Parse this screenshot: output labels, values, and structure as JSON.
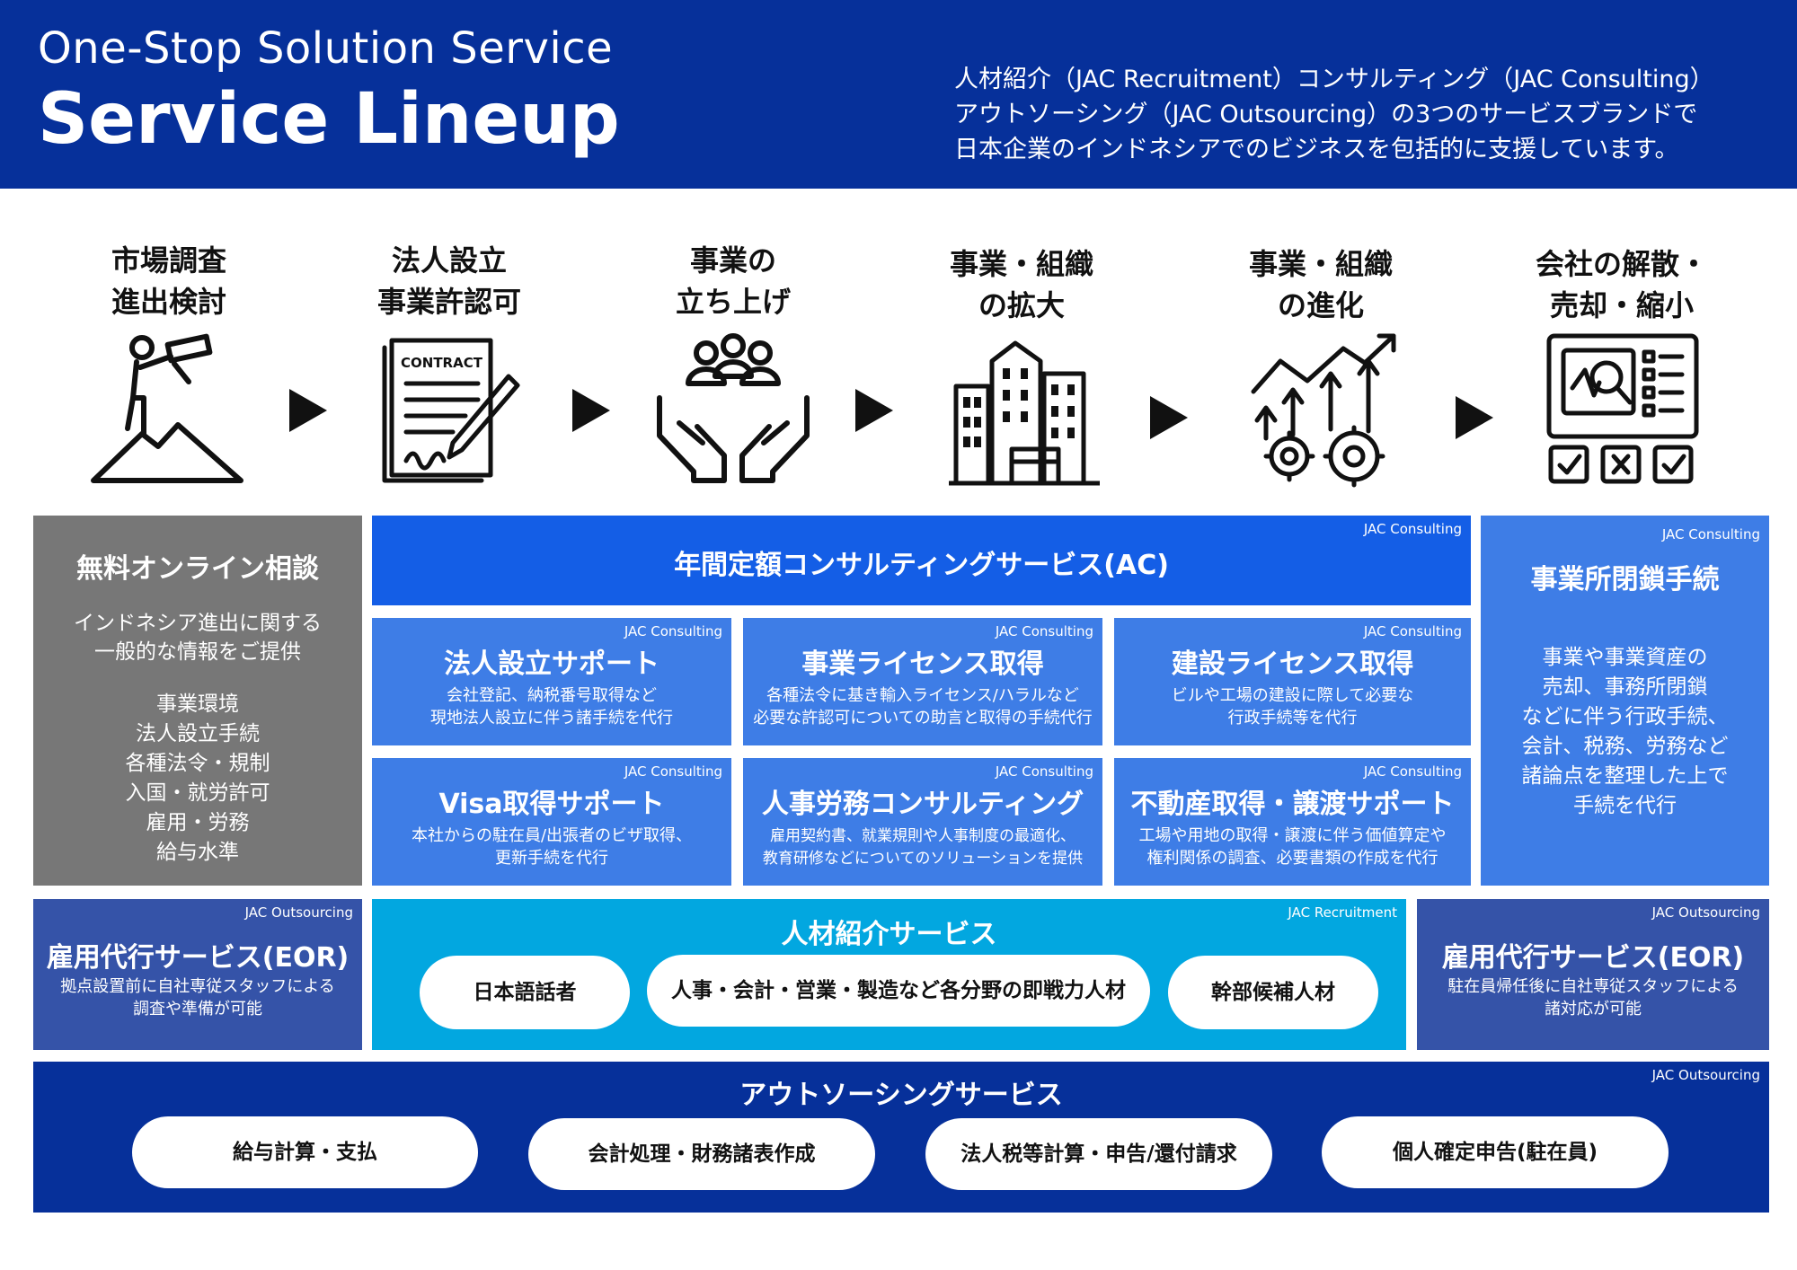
{
  "header": {
    "subtitle": "One-Stop Solution Service",
    "title": "Service Lineup",
    "description": [
      "人材紹介（JAC Recruitment）コンサルティング（JAC Consulting）",
      "アウトソーシング（JAC Outsourcing）の3つのサービスブランドで",
      "日本企業のインドネシアでのビジネスを包括的に支援しています。"
    ]
  },
  "stages": [
    {
      "line1": "市場調査",
      "line2": "進出検討",
      "icon": "explorer-telescope-icon"
    },
    {
      "line1": "法人設立",
      "line2": "事業許認可",
      "icon": "contract-icon",
      "icon_text": "CONTRACT"
    },
    {
      "line1": "事業の",
      "line2": "立ち上げ",
      "icon": "team-hands-icon"
    },
    {
      "line1": "事業・組織",
      "line2": "の拡大",
      "icon": "buildings-icon"
    },
    {
      "line1": "事業・組織",
      "line2": "の進化",
      "icon": "growth-gears-icon"
    },
    {
      "line1": "会社の解散・",
      "line2": "売却・縮小",
      "icon": "checklist-board-icon"
    }
  ],
  "consult_free": {
    "title": "無料オンライン相談",
    "desc": [
      "インドネシア進出に関する",
      "一般的な情報をご提供"
    ],
    "topics": [
      "事業環境",
      "法人設立手続",
      "各種法令・規制",
      "入国・就労許可",
      "雇用・労務",
      "給与水準"
    ]
  },
  "annual": {
    "tag": "JAC Consulting",
    "title": "年間定額コンサルティングサービス(AC)"
  },
  "services": [
    {
      "tag": "JAC Consulting",
      "title": "法人設立サポート",
      "lines": [
        "会社登記、納税番号取得など",
        "現地法人設立に伴う諸手続を代行"
      ]
    },
    {
      "tag": "JAC Consulting",
      "title": "事業ライセンス取得",
      "lines": [
        "各種法令に基き輸入ライセンス/ハラルなど",
        "必要な許認可についての助言と取得の手続代行"
      ]
    },
    {
      "tag": "JAC Consulting",
      "title": "建設ライセンス取得",
      "lines": [
        "ビルや工場の建設に際して必要な",
        "行政手続等を代行"
      ]
    },
    {
      "tag": "JAC Consulting",
      "title": "Visa取得サポート",
      "lines": [
        "本社からの駐在員/出張者のビザ取得、",
        "更新手続を代行"
      ]
    },
    {
      "tag": "JAC Consulting",
      "title": "人事労務コンサルティング",
      "lines": [
        "雇用契約書、就業規則や人事制度の最適化、",
        "教育研修などについてのソリューションを提供"
      ]
    },
    {
      "tag": "JAC Consulting",
      "title": "不動産取得・譲渡サポート",
      "lines": [
        "工場や用地の取得・譲渡に伴う価値算定や",
        "権利関係の調査、必要書類の作成を代行"
      ]
    }
  ],
  "closure": {
    "tag": "JAC Consulting",
    "title": "事業所閉鎖手続",
    "lines": [
      "事業や事業資産の",
      "売却、事務所閉鎖",
      "などに伴う行政手続、",
      "会計、税務、労務など",
      "諸論点を整理した上で",
      "手続を代行"
    ]
  },
  "eor_left": {
    "tag": "JAC Outsourcing",
    "title": "雇用代行サービス(EOR)",
    "lines": [
      "拠点設置前に自社専従スタッフによる",
      "調査や準備が可能"
    ]
  },
  "recruit": {
    "tag": "JAC Recruitment",
    "title": "人材紹介サービス",
    "pills": [
      "日本語話者",
      "人事・会計・営業・製造など各分野の即戦力人材",
      "幹部候補人材"
    ]
  },
  "eor_right": {
    "tag": "JAC Outsourcing",
    "title": "雇用代行サービス(EOR)",
    "lines": [
      "駐在員帰任後に自社専従スタッフによる",
      "諸対応が可能"
    ]
  },
  "outsourcing": {
    "tag": "JAC Outsourcing",
    "title": "アウトソーシングサービス",
    "pills": [
      "給与計算・支払",
      "会計処理・財務諸表作成",
      "法人税等計算・申告/還付請求",
      "個人確定申告(駐在員)"
    ]
  },
  "colors": {
    "navy": "#06309a",
    "bright_blue": "#145ee6",
    "mid_blue": "#3e7de6",
    "cyan": "#02a7e0",
    "steel_blue": "#3553a8",
    "gray": "#777777"
  }
}
